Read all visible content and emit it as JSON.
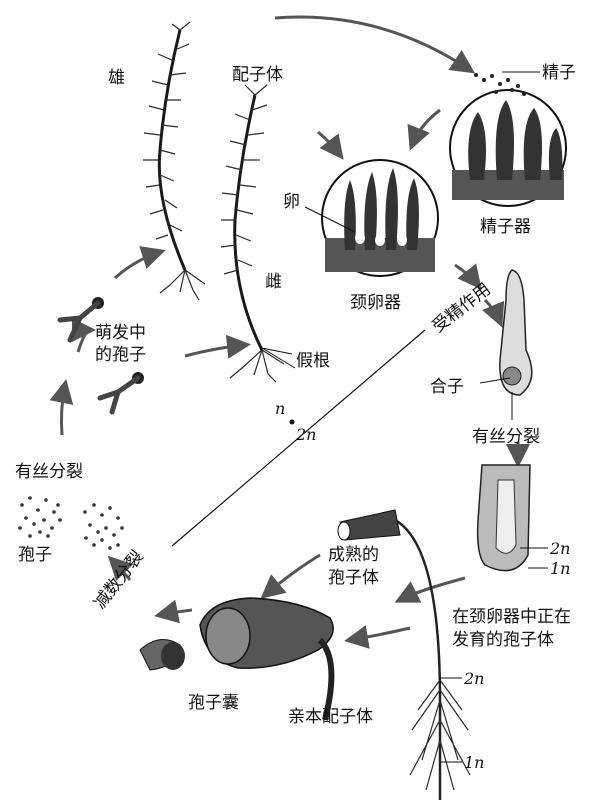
{
  "labels": {
    "male": "雄",
    "gametophyte": "配子体",
    "sperm": "精子",
    "antheridium": "精子器",
    "egg": "卵",
    "archegonium": "颈卵器",
    "female": "雌",
    "fertilization": "受精作用",
    "germinating_spore_line1": "萌发中",
    "germinating_spore_line2": "的孢子",
    "rhizoid": "假根",
    "zygote": "合子",
    "haploid_n": "n",
    "diploid_2n": "2n",
    "mitosis_right": "有丝分裂",
    "mitosis_left": "有丝分裂",
    "spores": "孢子",
    "meiosis": "减数分裂",
    "mature_sporophyte_line1": "成熟的",
    "mature_sporophyte_line2": "孢子体",
    "developing_line1": "在颈卵器中正在",
    "developing_line2": "发育的孢子体",
    "embryo_2n": "2n",
    "embryo_1n": "1n",
    "capsule": "孢子囊",
    "parent_gametophyte": "亲本配子体",
    "plant_2n": "2n",
    "plant_1n": "1n"
  }
}
